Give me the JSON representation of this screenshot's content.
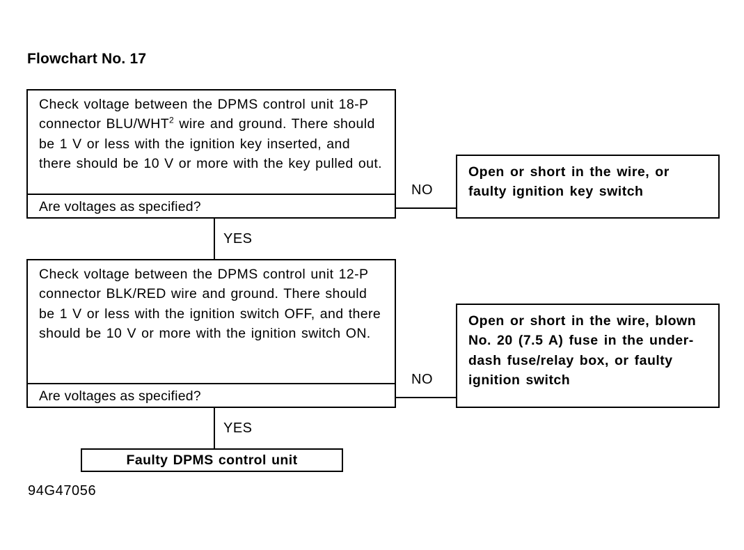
{
  "title": "Flowchart No. 17",
  "footer_code": "94G47056",
  "colors": {
    "background": "#ffffff",
    "ink": "#000000",
    "border": "#000000"
  },
  "steps": [
    {
      "id": "step-1",
      "body": "Check voltage between the DPMS control unit 18-P connector BLU/WHT",
      "body_superscript": "2",
      "body_tail": " wire and ground. There should be 1 V or less with the ignition key inserted, and there should be 10 V or more with the key pulled out.",
      "question": "Are voltages as specified?",
      "yes_label": "YES",
      "no_label": "NO",
      "no_result": "Open or short in the wire, or faulty ignition key switch"
    },
    {
      "id": "step-2",
      "body": "Check voltage between the DPMS control unit 12-P connector BLK/RED wire and ground. There should be 1 V or less with the ignition switch OFF, and there should be 10 V or more with the ignition switch ON.",
      "question": "Are voltages as specified?",
      "yes_label": "YES",
      "no_label": "NO",
      "no_result": "Open or short in the wire, blown No. 20 (7.5 A) fuse in the under-dash fuse/relay box, or faulty ignition switch"
    }
  ],
  "final_outcome": "Faulty DPMS control unit"
}
